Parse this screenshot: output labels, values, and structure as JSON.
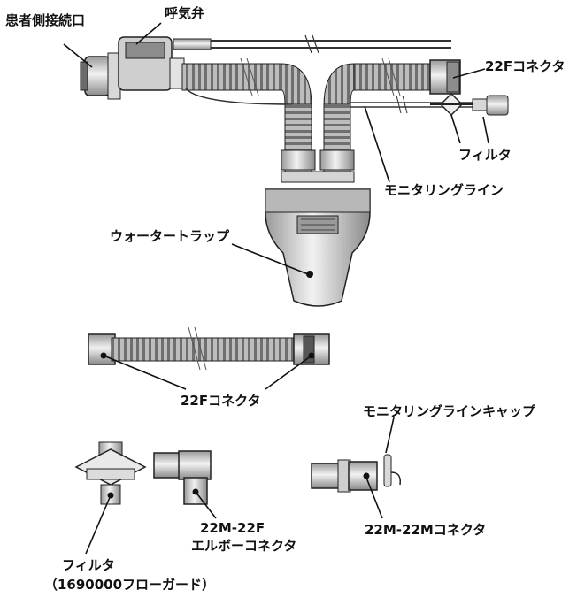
{
  "labels": {
    "patient_port": "患者側接続口",
    "exhalation_valve": "呼気弁",
    "connector_22f_top": "22Fコネクタ",
    "filter_top": "フィルタ",
    "monitoring_line": "モニタリングライン",
    "water_trap": "ウォータートラップ",
    "connector_22f_mid": "22Fコネクタ",
    "monitoring_line_cap": "モニタリングラインキャップ",
    "elbow_line1": "22M-22F",
    "elbow_line2": "エルボーコネクタ",
    "connector_22m": "22M-22Mコネクタ",
    "filter_bottom_line1": "フィルタ",
    "filter_bottom_line2": "（1690000フローガード）"
  }
}
